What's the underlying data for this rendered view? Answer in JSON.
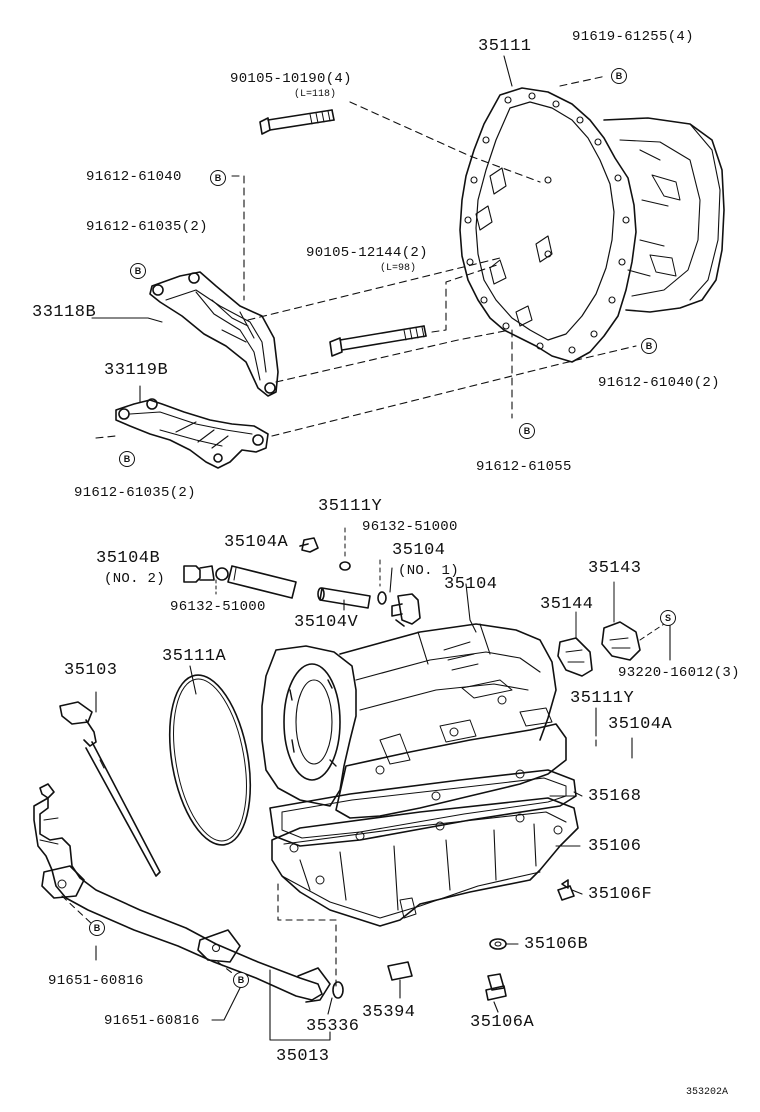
{
  "labels": {
    "p35111": "35111",
    "p91619_61255": "91619-61255(4)",
    "p90105_10190": "90105-10190(4)",
    "l118": "(L=118)",
    "p91612_61040a": "91612-61040",
    "p91612_61035a": "91612-61035(2)",
    "p90105_12144": "90105-12144(2)",
    "l98": "(L=98)",
    "p33118B": "33118B",
    "p33119B": "33119B",
    "p91612_61040b": "91612-61040(2)",
    "p91612_61035b": "91612-61035(2)",
    "p91612_61055": "91612-61055",
    "p35111Ya": "35111Y",
    "p96132_51000a": "96132-51000",
    "p35104A_a": "35104A",
    "p35104B": "35104B",
    "no2": "(NO. 2)",
    "p35104_no1": "35104",
    "no1": "(NO. 1)",
    "p35104_main": "35104",
    "p96132_51000b": "96132-51000",
    "p35104V": "35104V",
    "p35143": "35143",
    "p35144": "35144",
    "p93220_16012": "93220-16012(3)",
    "p35103": "35103",
    "p35111A": "35111A",
    "p35111Yb": "35111Y",
    "p35104A_b": "35104A",
    "p35168": "35168",
    "p35106": "35106",
    "p35106F": "35106F",
    "p35106B": "35106B",
    "p91651_60816a": "91651-60816",
    "p91651_60816b": "91651-60816",
    "p35394": "35394",
    "p35336": "35336",
    "p35106A": "35106A",
    "p35013": "35013",
    "fig_code": "353202A"
  },
  "markers": {
    "b": "B",
    "s": "S"
  }
}
